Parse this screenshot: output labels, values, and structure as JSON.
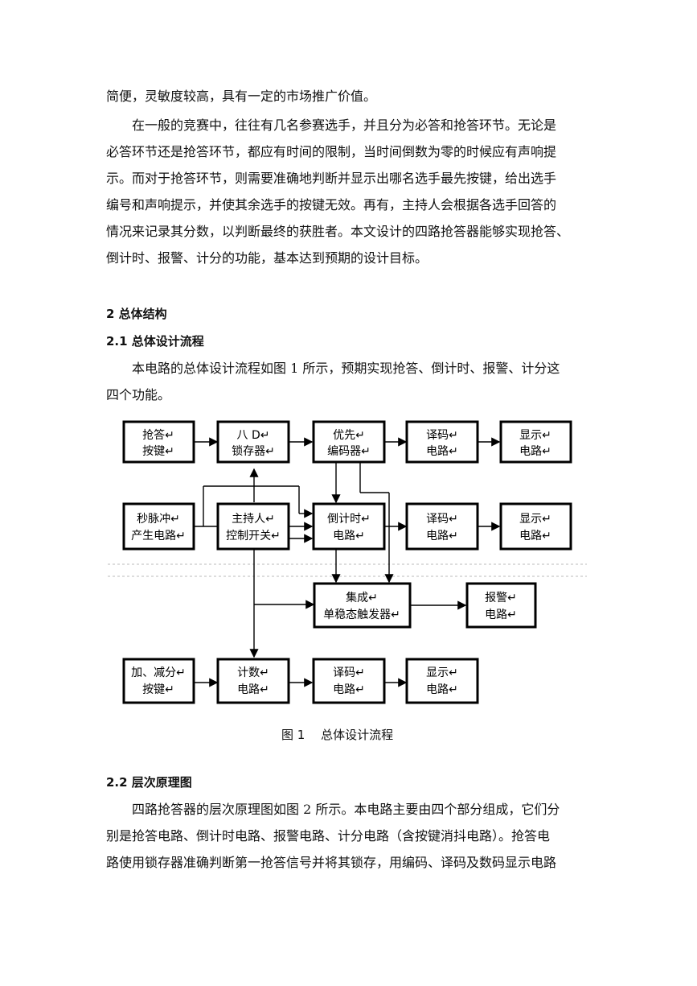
{
  "para1": {
    "l1": "简便，灵敏度较高，具有一定的市场推广价值。"
  },
  "para2": {
    "l1": "在一般的竞赛中，往往有几名参赛选手，并且分为必答和抢答环节。无论是",
    "l2": "必答环节还是抢答环节，都应有时间的限制，当时间倒数为零的时候应有声响提",
    "l3": "示。而对于抢答环节，则需要准确地判断并显示出哪名选手最先按键，给出选手",
    "l4": "编号和声响提示，并使其余选手的按键无效。再有，主持人会根据各选手回答的",
    "l5": "情况来记录其分数，以判断最终的获胜者。本文设计的四路抢答器能够实现抢答、",
    "l6": "倒计时、报警、计分的功能，基本达到预期的设计目标。"
  },
  "sec2": {
    "title": "2 总体结构"
  },
  "sec21": {
    "title": "2.1 总体设计流程"
  },
  "para3": {
    "l1": "本电路的总体设计流程如图 1 所示，预期实现抢答、倒计时、报警、计分这",
    "l2": "四个功能。"
  },
  "diagram": {
    "b_qd": [
      "抢答↵",
      "按键↵"
    ],
    "b_sc": [
      "八 D↵",
      "锁存器↵"
    ],
    "b_yx": [
      "优先↵",
      "编码器↵"
    ],
    "b_ym1": [
      "译码↵",
      "电路↵"
    ],
    "b_xs1": [
      "显示↵",
      "电路↵"
    ],
    "b_mc": [
      "秒脉冲↵",
      "产生电路↵"
    ],
    "b_zcr": [
      "主持人↵",
      "控制开关↵"
    ],
    "b_djs": [
      "倒计时↵",
      "电路↵"
    ],
    "b_ym2": [
      "译码↵",
      "电路↵"
    ],
    "b_xs2": [
      "显示↵",
      "电路↵"
    ],
    "b_jc": [
      "集成↵",
      "单稳态触发器↵"
    ],
    "b_bj": [
      "报警↵",
      "电路↵"
    ],
    "b_jj": [
      "加、减分↵",
      "按键↵"
    ],
    "b_js": [
      "计数↵",
      "电路↵"
    ],
    "b_ym3": [
      "译码↵",
      "电路↵"
    ],
    "b_xs3": [
      "显示↵",
      "电路↵"
    ]
  },
  "figure": {
    "caption": "图 1　 总体设计流程"
  },
  "sec22": {
    "title": "2.2 层次原理图"
  },
  "para4": {
    "l1": "四路抢答器的层次原理图如图 2 所示。本电路主要由四个部分组成，它们分",
    "l2": "别是抢答电路、倒计时电路、报警电路、计分电路（含按键消抖电路）。抢答电",
    "l3": "路使用锁存器准确判断第一抢答信号并将其锁存，用编码、译码及数码显示电路"
  }
}
